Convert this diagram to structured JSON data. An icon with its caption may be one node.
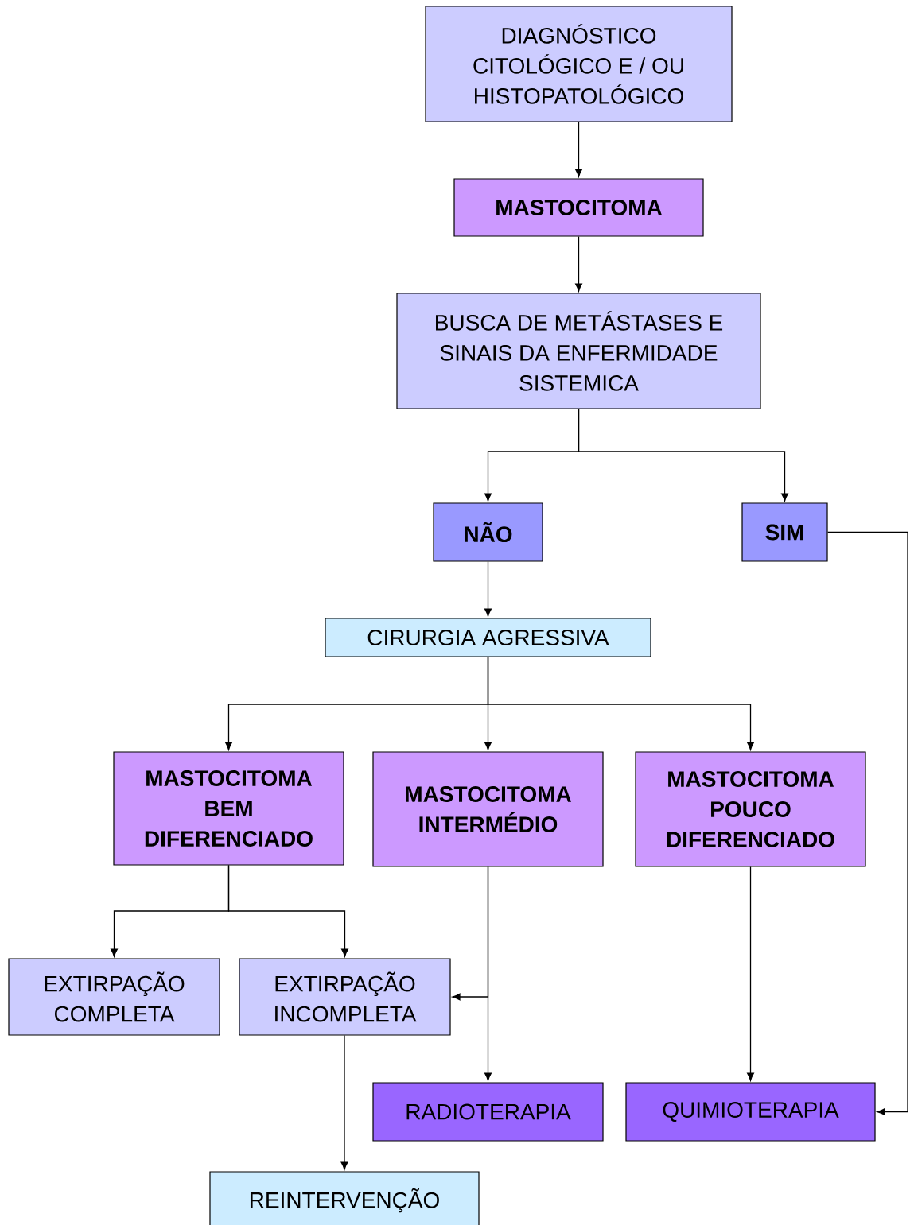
{
  "diagram": {
    "nodes": [
      {
        "text": [
          "DIAGNÓSTICO CITOLÓGICO E / OU HISTOPATOLÓGICO"
        ]
      },
      {
        "text": [
          "MASTOCITOMA"
        ]
      },
      {
        "text": [
          "BUSCA DE METÁSTASES E SINAIS DA ENFERMIDADE SISTEMICA"
        ]
      },
      {
        "text": [
          "NÃO"
        ]
      },
      {
        "text": [
          "SIM"
        ]
      },
      {
        "text": [
          "CIRURGIA AGRESSIVA"
        ]
      },
      {
        "text": [
          "MASTOCITOMA BEM DIFERENCIADO"
        ]
      },
      {
        "text": [
          "MASTOCITOMA INTERMÉDIO"
        ]
      },
      {
        "text": [
          "MASTOCITOMA POUCO DIFERENCIADO"
        ]
      },
      {
        "text": [
          "EXTIRPAÇÃO COMPLETA"
        ]
      },
      {
        "text": [
          "EXTIRPAÇÃO INCOMPLETA"
        ]
      },
      {
        "text": [
          "RADIOTERAPIA"
        ]
      },
      {
        "text": [
          "QUIMIOTERAPIA"
        ]
      },
      {
        "text": [
          "REINTERVENÇÃO"
        ]
      }
    ],
    "edges": [
      {
        "from": 0,
        "to": 1,
        "arrow": "to"
      },
      {
        "from": 1,
        "to": 2,
        "arrow": "to"
      },
      {
        "from": 2,
        "to": 3,
        "arrow": "to"
      },
      {
        "from": 2,
        "to": 4,
        "arrow": "to"
      },
      {
        "from": 3,
        "to": 5,
        "arrow": "to"
      },
      {
        "from": 5,
        "to": 6,
        "arrow": "to"
      },
      {
        "from": 5,
        "to": 7,
        "arrow": "to"
      },
      {
        "from": 5,
        "to": 8,
        "arrow": "to"
      },
      {
        "from": 6,
        "to": 9,
        "arrow": "to"
      },
      {
        "from": 6,
        "to": 10,
        "arrow": "to"
      },
      {
        "from": 7,
        "to": 10,
        "arrow": "to"
      },
      {
        "from": 7,
        "to": 11,
        "arrow": "to"
      },
      {
        "from": 8,
        "to": 12,
        "arrow": "to"
      },
      {
        "from": 4,
        "to": 12,
        "arrow": "to"
      },
      {
        "from": 10,
        "to": 13,
        "arrow": "to"
      }
    ]
  }
}
